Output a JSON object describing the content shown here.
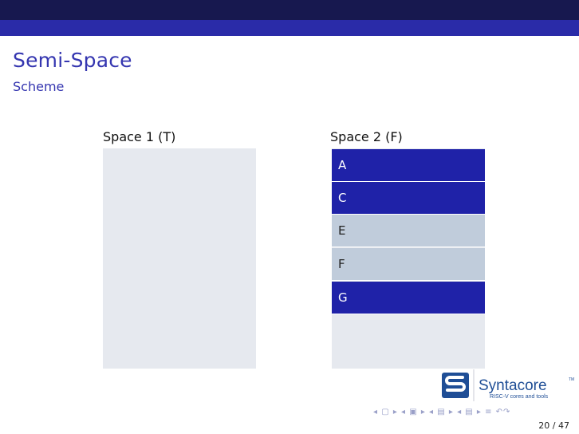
{
  "slide": {
    "title": "Semi-Space",
    "subtitle": "Scheme"
  },
  "spaces": {
    "space1_label": "Space 1 (T)",
    "space2_label": "Space 2 (F)",
    "space2_cells": [
      "A",
      "C",
      "E",
      "F",
      "G"
    ]
  },
  "logo": {
    "brand": "Syntacore",
    "tagline": "RISC-V cores and tools",
    "trademark": "TM"
  },
  "footer": {
    "nav_icons": "◂ ▢ ▸ ◂ ▣ ▸ ◂ ▤ ▸ ◂ ▤ ▸ ≡ ↶↷",
    "page_number": "20 / 47"
  },
  "colors": {
    "header_dark": "#17184f",
    "header_blue": "#2a2ba8",
    "title": "#3536b0",
    "live_object": "#1f22a8",
    "dead_object": "#c0ccdb",
    "space_background": "#e6e9ef"
  }
}
